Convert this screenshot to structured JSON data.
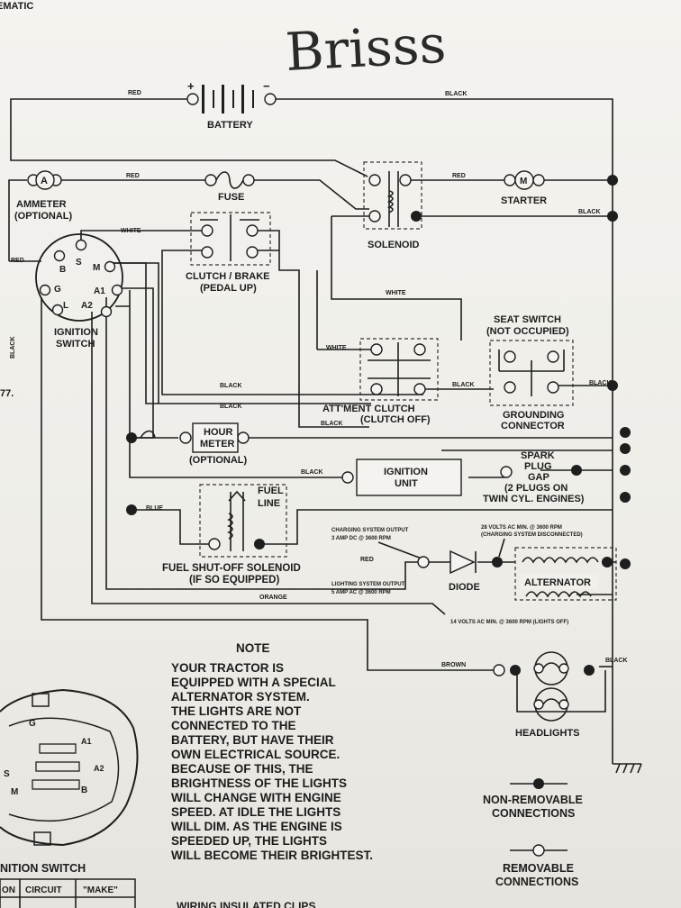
{
  "header": {
    "partial_title": "EMATIC",
    "handwriting": "Brisss"
  },
  "components": {
    "battery": "BATTERY",
    "battery_plus": "+",
    "battery_minus": "−",
    "ammeter_symbol": "A",
    "ammeter": "AMMETER",
    "ammeter_optional": "(OPTIONAL)",
    "fuse": "FUSE",
    "solenoid": "SOLENOID",
    "starter_symbol": "M",
    "starter": "STARTER",
    "clutch_brake": "CLUTCH / BRAKE",
    "clutch_brake_sub": "(PEDAL UP)",
    "ignition_switch_l1": "IGNITION",
    "ignition_switch_l2": "SWITCH",
    "seat_switch": "SEAT SWITCH",
    "seat_switch_sub": "(NOT OCCUPIED)",
    "attment_clutch": "ATT'MENT CLUTCH",
    "attment_clutch_sub": "(CLUTCH OFF)",
    "grounding_l1": "GROUNDING",
    "grounding_l2": "CONNECTOR",
    "hour_meter_l1": "HOUR",
    "hour_meter_l2": "METER",
    "hour_meter_optional": "(OPTIONAL)",
    "ignition_unit_l1": "IGNITION",
    "ignition_unit_l2": "UNIT",
    "spark_l1": "SPARK",
    "spark_l2": "PLUG",
    "spark_l3": "GAP",
    "spark_l4": "(2 PLUGS ON",
    "spark_l5": "TWIN CYL. ENGINES)",
    "fuel_l1": "FUEL",
    "fuel_l2": "LINE",
    "fuel_solenoid_l1": "FUEL SHUT-OFF SOLENOID",
    "fuel_solenoid_l2": "(IF SO EQUIPPED)",
    "charging_l1": "CHARGING SYSTEM OUTPUT",
    "charging_l2": "3 AMP DC @ 3600 RPM",
    "volts28_l1": "28 VOLTS AC MIN. @ 3600 RPM",
    "volts28_l2": "(CHARGING SYSTEM DISCONNECTED)",
    "lighting_l1": "LIGHTING SYSTEM OUTPUT",
    "lighting_l2": "5 AMP AC @ 3600 RPM",
    "diode": "DIODE",
    "alternator": "ALTERNATOR",
    "volts14": "14 VOLTS AC MIN. @ 3600 RPM (LIGHTS OFF)",
    "headlights": "HEADLIGHTS"
  },
  "ignition_terminals": [
    "B",
    "S",
    "M",
    "G",
    "L",
    "A1",
    "A2"
  ],
  "wires": {
    "red_battery": "RED",
    "black_battery": "BLACK",
    "red_ammeter": "RED",
    "red_starter": "RED",
    "black_starter": "BLACK",
    "white_top": "WHITE",
    "red_left": "RED",
    "white_mid": "WHITE",
    "white_clutch": "WHITE",
    "black_att1": "BLACK",
    "black_att2": "BLACK",
    "black_seat": "BLACK",
    "black_seat_right": "BLACK",
    "black_att_bottom": "BLACK",
    "black_vertical": "BLACK",
    "black_ign": "BLACK",
    "blue": "BLUE",
    "red_charging": "RED",
    "orange": "ORANGE",
    "brown": "BROWN",
    "black_headlight": "BLACK"
  },
  "note": {
    "title": "NOTE",
    "lines": [
      "YOUR TRACTOR IS",
      "EQUIPPED WITH A SPECIAL",
      "ALTERNATOR SYSTEM.",
      "THE LIGHTS ARE NOT",
      "CONNECTED TO THE",
      "BATTERY, BUT HAVE THEIR",
      "OWN ELECTRICAL SOURCE.",
      "BECAUSE OF THIS, THE",
      "BRIGHTNESS OF THE LIGHTS",
      "WILL CHANGE WITH ENGINE",
      "SPEED.  AT IDLE THE LIGHTS",
      "WILL DIM.  AS THE ENGINE IS",
      "SPEEDED UP, THE LIGHTS",
      "WILL BECOME THEIR BRIGHTEST."
    ]
  },
  "legend": {
    "nonremovable_l1": "NON-REMOVABLE",
    "nonremovable_l2": "CONNECTIONS",
    "removable_l1": "REMOVABLE",
    "removable_l2": "CONNECTIONS"
  },
  "switch_diagram": {
    "title": "NITION SWITCH",
    "terminals": [
      "G",
      "A1",
      "A2",
      "S",
      "M",
      "B"
    ],
    "table_headers": [
      "ON",
      "CIRCUIT",
      "\"MAKE\""
    ]
  },
  "footer_partial": "WIRING INSULATED CLIPS",
  "side_mark": "77."
}
